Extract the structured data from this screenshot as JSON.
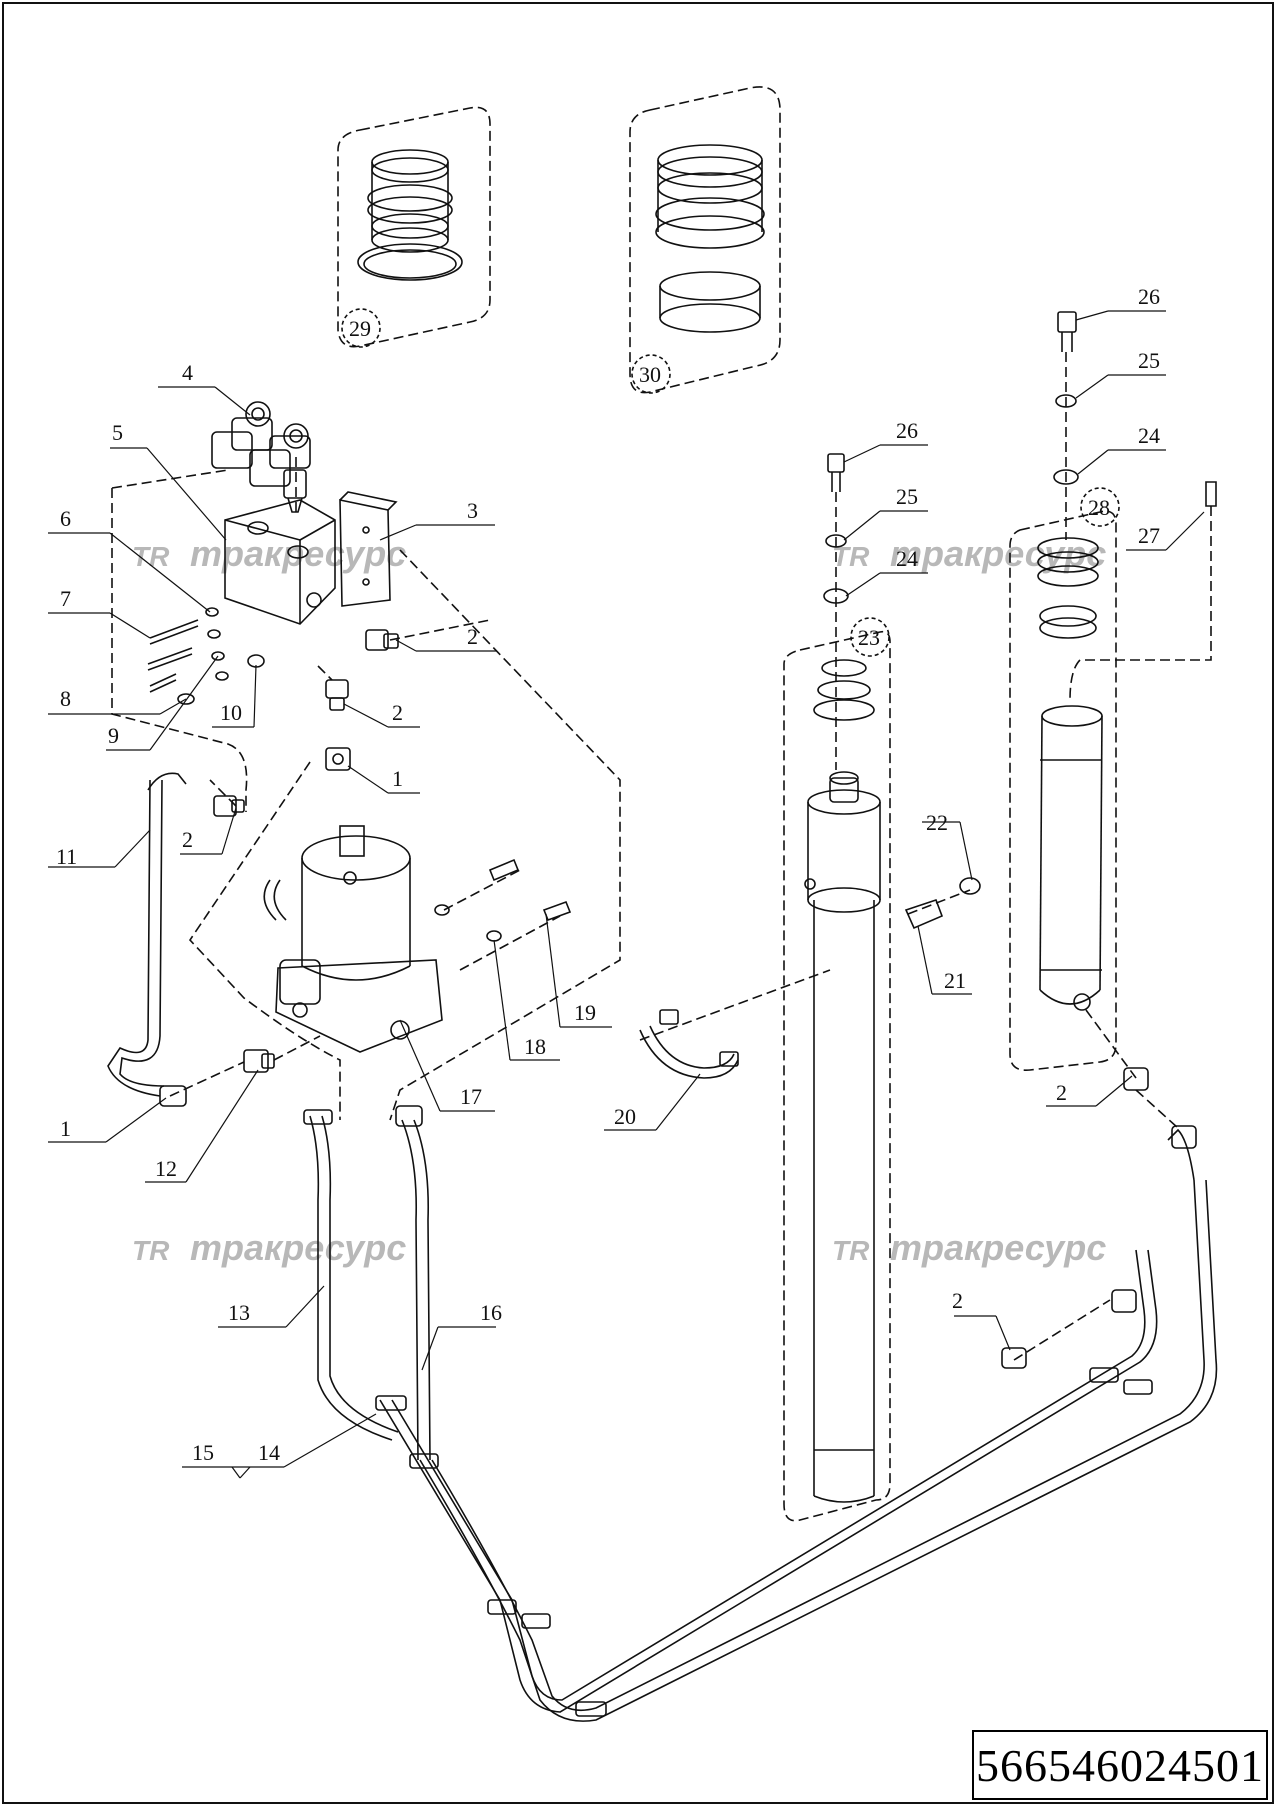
{
  "document_number": "566546024501",
  "watermark": {
    "logo": "TR",
    "text": "тракресурс"
  },
  "callouts": {
    "c1a": "1",
    "c1b": "1",
    "c2a": "2",
    "c2b": "2",
    "c2c": "2",
    "c2d": "2",
    "c2e": "2",
    "c3": "3",
    "c4": "4",
    "c5": "5",
    "c6": "6",
    "c7": "7",
    "c8": "8",
    "c9": "9",
    "c10": "10",
    "c11": "11",
    "c12": "12",
    "c13": "13",
    "c14": "14",
    "c15": "15",
    "c16": "16",
    "c17": "17",
    "c18": "18",
    "c19": "19",
    "c20": "20",
    "c21": "21",
    "c22": "22",
    "c23": "23",
    "c24a": "24",
    "c24b": "24",
    "c25a": "25",
    "c25b": "25",
    "c26a": "26",
    "c26b": "26",
    "c27": "27",
    "c28": "28",
    "c29": "29",
    "c30": "30"
  }
}
